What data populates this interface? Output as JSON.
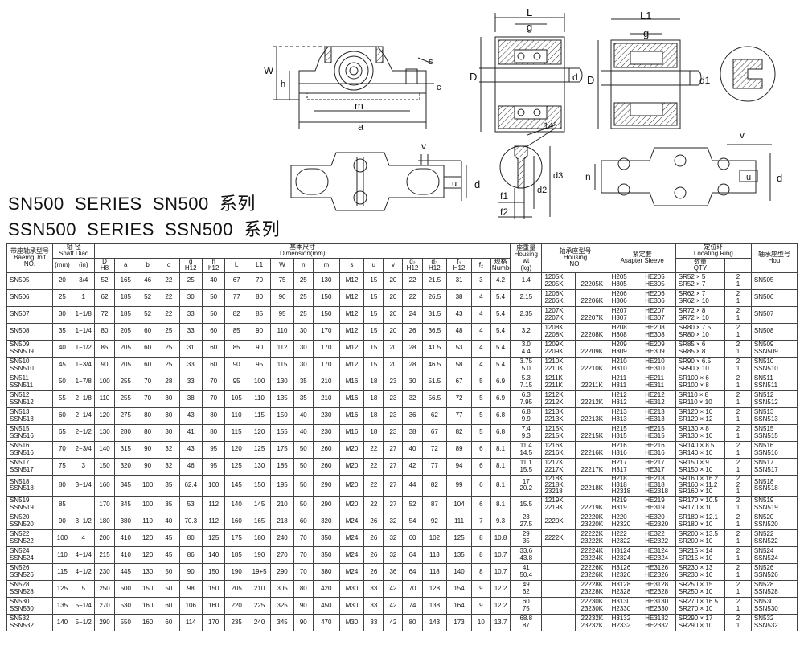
{
  "titles": [
    "SN500  SERIES  SN500  系列",
    "SSN500  SERIES  SSN500  系列"
  ],
  "drawing_labels": {
    "front": [
      "W",
      "h",
      "m",
      "a",
      "s",
      "c"
    ],
    "section1": [
      "L",
      "g",
      "D",
      "d"
    ],
    "section2": [
      "L1",
      "g",
      "D",
      "d1"
    ],
    "ring": [
      "14°",
      "f1",
      "f2",
      "d2",
      "d3"
    ],
    "top1": [
      "v",
      "u",
      "d"
    ],
    "top2": [
      "v",
      "n",
      "u",
      "d"
    ]
  },
  "header": {
    "col_unit": {
      "cn": "带座轴承型号",
      "en": "BaemgUnit",
      "no": "NO."
    },
    "col_shaft": {
      "cn": "轴  径",
      "en": "Shaft Diad"
    },
    "col_dim": {
      "cn": "基本尺寸",
      "en": "Dimension(mm)"
    },
    "col_wt": {
      "cn": "座重量",
      "en": "Housing",
      "en2": "wt",
      "unit": "(kg)"
    },
    "col_housing": {
      "cn": "轴承座型号",
      "en": "Housing",
      "no": "NO."
    },
    "col_sleeve": {
      "cn": "紧定套",
      "en": "Asapter Sleeve"
    },
    "col_ring": {
      "cn": "定位环",
      "en": "Locating Ring",
      "spec_cn": "规格",
      "spec_en": "Number",
      "qty_cn": "数量",
      "qty_en": "QTY"
    },
    "col_hou": {
      "cn": "轴承座型号",
      "en": "Hou"
    },
    "shaft_units": [
      "(mm)",
      "(in)"
    ],
    "dims": [
      [
        "D",
        "H8"
      ],
      [
        "a",
        ""
      ],
      [
        "b",
        ""
      ],
      [
        "c",
        ""
      ],
      [
        "g",
        "H12"
      ],
      [
        "h",
        "h12"
      ],
      [
        "L",
        ""
      ],
      [
        "L1",
        ""
      ],
      [
        "W",
        ""
      ],
      [
        "n",
        ""
      ],
      [
        "m",
        ""
      ],
      [
        "s",
        ""
      ],
      [
        "u",
        ""
      ],
      [
        "v",
        ""
      ],
      [
        "d₂",
        "H12"
      ],
      [
        "d₃",
        "H12"
      ],
      [
        "f₁",
        "H12"
      ],
      [
        "f₂",
        ""
      ]
    ]
  },
  "rows": [
    {
      "unit": [
        "SN505"
      ],
      "mm": "20",
      "in": "3/4",
      "dims": [
        "52",
        "165",
        "46",
        "22",
        "25",
        "40",
        "67",
        "70",
        "75",
        "25",
        "130",
        "M12",
        "15",
        "20",
        "22",
        "21.5",
        "31",
        "3",
        "4.2"
      ],
      "wt": [
        "1.4"
      ],
      "h1": [
        "1205K",
        "2205K"
      ],
      "h2": "22205K",
      "sl1": [
        "H205",
        "H305"
      ],
      "sl2": [
        "HE205",
        "HE305"
      ],
      "ring": [
        "SR52 × 5",
        "SR52 × 7"
      ],
      "qty": [
        "2",
        "1"
      ],
      "hou": [
        "SN505"
      ]
    },
    {
      "unit": [
        "SN506"
      ],
      "mm": "25",
      "in": "1",
      "dims": [
        "62",
        "185",
        "52",
        "22",
        "30",
        "50",
        "77",
        "80",
        "90",
        "25",
        "150",
        "M12",
        "15",
        "20",
        "22",
        "26.5",
        "38",
        "4",
        "5.4"
      ],
      "wt": [
        "2.15"
      ],
      "h1": [
        "1206K",
        "2206K"
      ],
      "h2": "22206K",
      "sl1": [
        "H206",
        "H306"
      ],
      "sl2": [
        "HE206",
        "HE306"
      ],
      "ring": [
        "SR62 × 7",
        "SR62 × 10"
      ],
      "qty": [
        "2",
        "1"
      ],
      "hou": [
        "SN506"
      ]
    },
    {
      "unit": [
        "SN507"
      ],
      "mm": "30",
      "in": "1−1/8",
      "dims": [
        "72",
        "185",
        "52",
        "22",
        "33",
        "50",
        "82",
        "85",
        "95",
        "25",
        "150",
        "M12",
        "15",
        "20",
        "24",
        "31.5",
        "43",
        "4",
        "5.4"
      ],
      "wt": [
        "2.35"
      ],
      "h1": [
        "1207K",
        "2207K"
      ],
      "h2": "22207K",
      "sl1": [
        "H207",
        "H307"
      ],
      "sl2": [
        "HE207",
        "HE307"
      ],
      "ring": [
        "SR72 × 8",
        "SR72 × 10"
      ],
      "qty": [
        "2",
        "1"
      ],
      "hou": [
        "SN507"
      ]
    },
    {
      "unit": [
        "SN508"
      ],
      "mm": "35",
      "in": "1−1/4",
      "dims": [
        "80",
        "205",
        "60",
        "25",
        "33",
        "60",
        "85",
        "90",
        "110",
        "30",
        "170",
        "M12",
        "15",
        "20",
        "26",
        "36.5",
        "48",
        "4",
        "5.4"
      ],
      "wt": [
        "3.2"
      ],
      "h1": [
        "1208K",
        "2208K"
      ],
      "h2": "22208K",
      "sl1": [
        "H208",
        "H308"
      ],
      "sl2": [
        "HE208",
        "HE308"
      ],
      "ring": [
        "SR80 × 7.5",
        "SR80 × 10"
      ],
      "qty": [
        "2",
        "1"
      ],
      "hou": [
        "SN508"
      ]
    },
    {
      "unit": [
        "SN509",
        "SSN509"
      ],
      "mm": "40",
      "in": "1−1/2",
      "dims": [
        "85",
        "205",
        "60",
        "25",
        "31",
        "60",
        "85",
        "90",
        "112",
        "30",
        "170",
        "M12",
        "15",
        "20",
        "28",
        "41.5",
        "53",
        "4",
        "5.4"
      ],
      "wt": [
        "3.0",
        "4.4"
      ],
      "h1": [
        "1209K",
        "2209K"
      ],
      "h2": "22209K",
      "sl1": [
        "H209",
        "H309"
      ],
      "sl2": [
        "HE209",
        "HE309"
      ],
      "ring": [
        "SR85 × 6",
        "SR85 × 8"
      ],
      "qty": [
        "2",
        "1"
      ],
      "hou": [
        "SN509",
        "SSN509"
      ]
    },
    {
      "unit": [
        "SN510",
        "SSN510"
      ],
      "mm": "45",
      "in": "1−3/4",
      "dims": [
        "90",
        "205",
        "60",
        "25",
        "33",
        "60",
        "90",
        "95",
        "115",
        "30",
        "170",
        "M12",
        "15",
        "20",
        "28",
        "46.5",
        "58",
        "4",
        "5.4"
      ],
      "wt": [
        "3.75",
        "5.0"
      ],
      "h1": [
        "1210K",
        "2210K"
      ],
      "h2": "22210K",
      "sl1": [
        "H210",
        "H310"
      ],
      "sl2": [
        "HE210",
        "HE310"
      ],
      "ring": [
        "SR90 × 6.5",
        "SR90 × 10"
      ],
      "qty": [
        "2",
        "1"
      ],
      "hou": [
        "SN510",
        "SSN510"
      ]
    },
    {
      "unit": [
        "SN511",
        "SSN511"
      ],
      "mm": "50",
      "in": "1−7/8",
      "dims": [
        "100",
        "255",
        "70",
        "28",
        "33",
        "70",
        "95",
        "100",
        "130",
        "35",
        "210",
        "M16",
        "18",
        "23",
        "30",
        "51.5",
        "67",
        "5",
        "6.9"
      ],
      "wt": [
        "5.3",
        "7.15"
      ],
      "h1": [
        "1211K",
        "2211K"
      ],
      "h2": "22211K",
      "sl1": [
        "H211",
        "H311"
      ],
      "sl2": [
        "HE211",
        "HE311"
      ],
      "ring": [
        "SR100 × 6",
        "SR100 × 8"
      ],
      "qty": [
        "2",
        "1"
      ],
      "hou": [
        "SN511",
        "SSN511"
      ]
    },
    {
      "unit": [
        "SN512",
        "SSN512"
      ],
      "mm": "55",
      "in": "2−1/8",
      "dims": [
        "110",
        "255",
        "70",
        "30",
        "38",
        "70",
        "105",
        "110",
        "135",
        "35",
        "210",
        "M16",
        "18",
        "23",
        "32",
        "56.5",
        "72",
        "5",
        "6.9"
      ],
      "wt": [
        "6.3",
        "7.95"
      ],
      "h1": [
        "1212K",
        "2212K"
      ],
      "h2": "22212K",
      "sl1": [
        "H212",
        "H312"
      ],
      "sl2": [
        "HE212",
        "HE312"
      ],
      "ring": [
        "SR110 × 8",
        "SR110 × 10"
      ],
      "qty": [
        "2",
        "1"
      ],
      "hou": [
        "SN512",
        "SSN512"
      ]
    },
    {
      "unit": [
        "SN513",
        "SSN513"
      ],
      "mm": "60",
      "in": "2−1/4",
      "dims": [
        "120",
        "275",
        "80",
        "30",
        "43",
        "80",
        "110",
        "115",
        "150",
        "40",
        "230",
        "M16",
        "18",
        "23",
        "36",
        "62",
        "77",
        "5",
        "6.8"
      ],
      "wt": [
        "6.8",
        "9.9"
      ],
      "h1": [
        "1213K",
        "2213K"
      ],
      "h2": "22213K",
      "sl1": [
        "H213",
        "H313"
      ],
      "sl2": [
        "HE213",
        "HE313"
      ],
      "ring": [
        "SR120 × 10",
        "SR120 × 12"
      ],
      "qty": [
        "2",
        "1"
      ],
      "hou": [
        "SN513",
        "SSN513"
      ]
    },
    {
      "unit": [
        "SN515",
        "SSN516"
      ],
      "mm": "65",
      "in": "2−1/2",
      "dims": [
        "130",
        "280",
        "80",
        "30",
        "41",
        "80",
        "115",
        "120",
        "155",
        "40",
        "230",
        "M16",
        "18",
        "23",
        "38",
        "67",
        "82",
        "5",
        "6.8"
      ],
      "wt": [
        "7.4",
        "9.3"
      ],
      "h1": [
        "1215K",
        "2215K"
      ],
      "h2": "22215K",
      "sl1": [
        "H215",
        "H315"
      ],
      "sl2": [
        "HE215",
        "HE315"
      ],
      "ring": [
        "SR130 × 8",
        "SR130 × 10"
      ],
      "qty": [
        "2",
        "1"
      ],
      "hou": [
        "SN515",
        "SSN515"
      ]
    },
    {
      "unit": [
        "SN516",
        "SSN516"
      ],
      "mm": "70",
      "in": "2−3/4",
      "dims": [
        "140",
        "315",
        "90",
        "32",
        "43",
        "95",
        "120",
        "125",
        "175",
        "50",
        "260",
        "M20",
        "22",
        "27",
        "40",
        "72",
        "89",
        "6",
        "8.1"
      ],
      "wt": [
        "11.4",
        "14.5"
      ],
      "h1": [
        "1216K",
        "2216K"
      ],
      "h2": "22216K",
      "sl1": [
        "H216",
        "H316"
      ],
      "sl2": [
        "HE216",
        "HE316"
      ],
      "ring": [
        "SR140 × 8.5",
        "SR140 × 10"
      ],
      "qty": [
        "2",
        "1"
      ],
      "hou": [
        "SN516",
        "SSN516"
      ]
    },
    {
      "unit": [
        "SN517",
        "SSN517"
      ],
      "mm": "75",
      "in": "3",
      "dims": [
        "150",
        "320",
        "90",
        "32",
        "46",
        "95",
        "125",
        "130",
        "185",
        "50",
        "260",
        "M20",
        "22",
        "27",
        "42",
        "77",
        "94",
        "6",
        "8.1"
      ],
      "wt": [
        "11.1",
        "15.5"
      ],
      "h1": [
        "1217K",
        "2217K"
      ],
      "h2": "22217K",
      "sl1": [
        "H217",
        "H317"
      ],
      "sl2": [
        "HE217",
        "HE317"
      ],
      "ring": [
        "SR150 × 9",
        "SR150 × 10"
      ],
      "qty": [
        "2",
        "1"
      ],
      "hou": [
        "SN517",
        "SSN517"
      ]
    },
    {
      "unit": [
        "SN518",
        "SSN518"
      ],
      "mm": "80",
      "in": "3−1/4",
      "dims": [
        "160",
        "345",
        "100",
        "35",
        "62.4",
        "100",
        "145",
        "150",
        "195",
        "50",
        "290",
        "M20",
        "22",
        "27",
        "44",
        "82",
        "99",
        "6",
        "8.1"
      ],
      "wt": [
        "17",
        "20.2"
      ],
      "h1": [
        "1218K",
        "2218K",
        "23218"
      ],
      "h2": "22218K",
      "sl1": [
        "H218",
        "H318",
        "H2318"
      ],
      "sl2": [
        "HE218",
        "HE318",
        "HE2318"
      ],
      "ring": [
        "SR160 × 16.2",
        "SR160 × 11.2",
        "SR160 × 10"
      ],
      "qty": [
        "2",
        "2",
        "1"
      ],
      "hou": [
        "SN518",
        "SSN518"
      ]
    },
    {
      "unit": [
        "SN519",
        "SSN519"
      ],
      "mm": "85",
      "in": "",
      "dims": [
        "170",
        "345",
        "100",
        "35",
        "53",
        "112",
        "140",
        "145",
        "210",
        "50",
        "290",
        "M20",
        "22",
        "27",
        "52",
        "87",
        "104",
        "6",
        "8.1"
      ],
      "wt": [
        "15.5"
      ],
      "h1": [
        "1219K",
        "2219K"
      ],
      "h2": "22219K",
      "sl1": [
        "H219",
        "H319"
      ],
      "sl2": [
        "HE219",
        "HE319"
      ],
      "ring": [
        "SR170 × 10.5",
        "SR170 × 10"
      ],
      "qty": [
        "2",
        "1"
      ],
      "hou": [
        "SN519",
        "SSN519"
      ]
    },
    {
      "unit": [
        "SN520",
        "SSN520"
      ],
      "mm": "90",
      "in": "3−1/2",
      "dims": [
        "180",
        "380",
        "110",
        "40",
        "70.3",
        "112",
        "160",
        "165",
        "218",
        "60",
        "320",
        "M24",
        "26",
        "32",
        "54",
        "92",
        "111",
        "7",
        "9.3"
      ],
      "wt": [
        "23",
        "27.5"
      ],
      "h1": [
        "2220K",
        ""
      ],
      "h2": "22220K",
      "h2b": "23220K",
      "sl1": [
        "H220",
        "H2320"
      ],
      "sl2": [
        "HE320",
        "HE2320"
      ],
      "ring": [
        "SR180 × 12.1",
        "SR180 × 10"
      ],
      "qty": [
        "2",
        "1"
      ],
      "hou": [
        "SN520",
        "SSN520"
      ]
    },
    {
      "unit": [
        "SN522",
        "SSN522"
      ],
      "mm": "100",
      "in": "4",
      "dims": [
        "200",
        "410",
        "120",
        "45",
        "80",
        "125",
        "175",
        "180",
        "240",
        "70",
        "350",
        "M24",
        "26",
        "32",
        "60",
        "102",
        "125",
        "8",
        "10.8"
      ],
      "wt": [
        "29",
        "35"
      ],
      "h1": [
        "2222K",
        ""
      ],
      "h2": "22222K",
      "h2b": "23222K",
      "sl1": [
        "H222",
        "H2322"
      ],
      "sl2": [
        "HE322",
        "HE2322"
      ],
      "ring": [
        "SR200 × 13.5",
        "SR200 × 10"
      ],
      "qty": [
        "2",
        "1"
      ],
      "hou": [
        "SN522",
        "SSN522"
      ]
    },
    {
      "unit": [
        "SN524",
        "SSN524"
      ],
      "mm": "110",
      "in": "4−1/4",
      "dims": [
        "215",
        "410",
        "120",
        "45",
        "86",
        "140",
        "185",
        "190",
        "270",
        "70",
        "350",
        "M24",
        "26",
        "32",
        "64",
        "113",
        "135",
        "8",
        "10.7"
      ],
      "wt": [
        "33.6",
        "43.8"
      ],
      "h1": [
        "",
        ""
      ],
      "h2": "22224K",
      "h2b": "23224K",
      "sl1": [
        "H3124",
        "H2324"
      ],
      "sl2": [
        "HE3124",
        "HE2324"
      ],
      "ring": [
        "SR215 × 14",
        "SR215 × 10"
      ],
      "qty": [
        "2",
        "1"
      ],
      "hou": [
        "SN524",
        "SSN524"
      ]
    },
    {
      "unit": [
        "SN526",
        "SSN526"
      ],
      "mm": "115",
      "in": "4−1/2",
      "dims": [
        "230",
        "445",
        "130",
        "50",
        "90",
        "150",
        "190",
        "19+5",
        "290",
        "70",
        "380",
        "M24",
        "26",
        "36",
        "64",
        "118",
        "140",
        "8",
        "10.7"
      ],
      "wt": [
        "41",
        "50.4"
      ],
      "h1": [
        "",
        ""
      ],
      "h2": "22226K",
      "h2b": "23226K",
      "sl1": [
        "H3126",
        "H2326"
      ],
      "sl2": [
        "HE3126",
        "HE2326"
      ],
      "ring": [
        "SR230 × 13",
        "SR230 × 10"
      ],
      "qty": [
        "2",
        "1"
      ],
      "hou": [
        "SN526",
        "SSN526"
      ]
    },
    {
      "unit": [
        "SN528",
        "SSN528"
      ],
      "mm": "125",
      "in": "5",
      "dims": [
        "250",
        "500",
        "150",
        "50",
        "98",
        "150",
        "205",
        "210",
        "305",
        "80",
        "420",
        "M30",
        "33",
        "42",
        "70",
        "128",
        "154",
        "9",
        "12.2"
      ],
      "wt": [
        "49",
        "62"
      ],
      "h1": [
        "",
        ""
      ],
      "h2": "22228K",
      "h2b": "23228K",
      "sl1": [
        "H3128",
        "H2328"
      ],
      "sl2": [
        "HE3128",
        "HE2328"
      ],
      "ring": [
        "SR250 × 15",
        "SR250 × 10"
      ],
      "qty": [
        "2",
        "1"
      ],
      "hou": [
        "SN528",
        "SSN528"
      ]
    },
    {
      "unit": [
        "SN530",
        "SSN530"
      ],
      "mm": "135",
      "in": "5−1/4",
      "dims": [
        "270",
        "530",
        "160",
        "60",
        "106",
        "160",
        "220",
        "225",
        "325",
        "90",
        "450",
        "M30",
        "33",
        "42",
        "74",
        "138",
        "164",
        "9",
        "12.2"
      ],
      "wt": [
        "60",
        "75"
      ],
      "h1": [
        "",
        ""
      ],
      "h2": "22230K",
      "h2b": "23230K",
      "sl1": [
        "H3130",
        "H2330"
      ],
      "sl2": [
        "HE3130",
        "HE2330"
      ],
      "ring": [
        "SR270 × 16.5",
        "SR270 × 10"
      ],
      "qty": [
        "2",
        "1"
      ],
      "hou": [
        "SN530",
        "SSN530"
      ]
    },
    {
      "unit": [
        "SN532",
        "SSN532"
      ],
      "mm": "140",
      "in": "5−1/2",
      "dims": [
        "290",
        "550",
        "160",
        "60",
        "114",
        "170",
        "235",
        "240",
        "345",
        "90",
        "470",
        "M30",
        "33",
        "42",
        "80",
        "143",
        "173",
        "10",
        "13.7"
      ],
      "wt": [
        "68.8",
        "87"
      ],
      "h1": [
        "",
        ""
      ],
      "h2": "22232K",
      "h2b": "23232K",
      "sl1": [
        "H3132",
        "H2332"
      ],
      "sl2": [
        "HE3132",
        "HE2332"
      ],
      "ring": [
        "SR290 × 17",
        "SR290 × 10"
      ],
      "qty": [
        "2",
        "1"
      ],
      "hou": [
        "SN532",
        "SSN532"
      ]
    }
  ]
}
